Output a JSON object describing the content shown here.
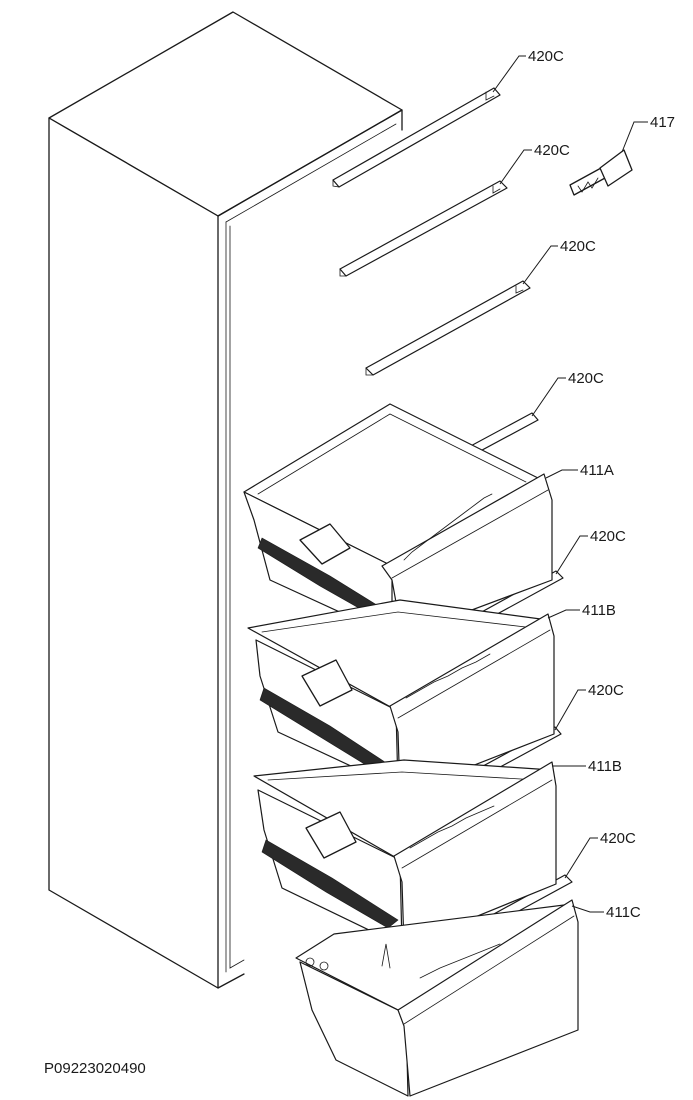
{
  "drawing_code": "P09223020490",
  "callouts": [
    {
      "id": "rail-1",
      "label": "420C"
    },
    {
      "id": "bracket",
      "label": "417"
    },
    {
      "id": "rail-2",
      "label": "420C"
    },
    {
      "id": "rail-3",
      "label": "420C"
    },
    {
      "id": "rail-4",
      "label": "420C"
    },
    {
      "id": "drawer-1",
      "label": "411A"
    },
    {
      "id": "rail-5",
      "label": "420C"
    },
    {
      "id": "drawer-2",
      "label": "411B"
    },
    {
      "id": "rail-6",
      "label": "420C"
    },
    {
      "id": "drawer-3",
      "label": "411B"
    },
    {
      "id": "rail-7",
      "label": "420C"
    },
    {
      "id": "drawer-4",
      "label": "411C"
    }
  ]
}
